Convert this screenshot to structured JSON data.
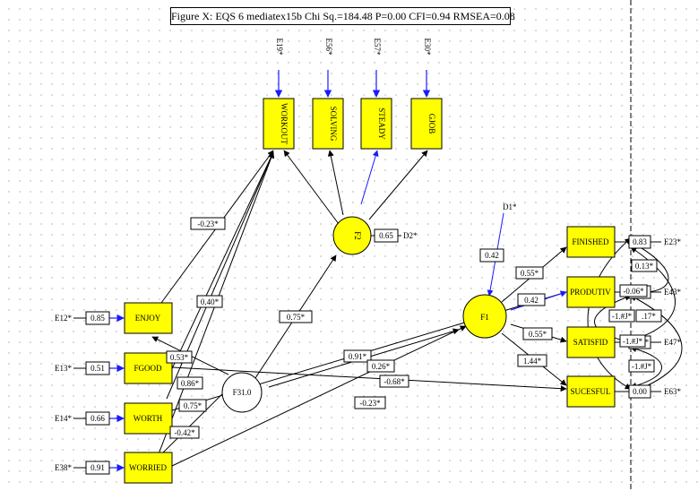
{
  "title": "Figure X: EQS 6 mediatex15b Chi Sq.=184.48 P=0.00 CFI=0.94 RMSEA=0.08",
  "colors": {
    "node_fill": "#ffff00",
    "line": "#000000",
    "error_arrow": "#1a1aff"
  },
  "indicators": [
    {
      "id": "workout",
      "label": "WORKOUT"
    },
    {
      "id": "solving",
      "label": "SOLVING"
    },
    {
      "id": "steady",
      "label": "STEADY"
    },
    {
      "id": "gjob",
      "label": "GJOB"
    }
  ],
  "indicator_errors": [
    "E19*",
    "E56*",
    "E57*",
    "E30*"
  ],
  "inputs": [
    {
      "id": "enjoy",
      "label": "ENJOY",
      "error": "E12*",
      "coef": "0.85"
    },
    {
      "id": "fgood",
      "label": "FGOOD",
      "error": "E13*",
      "coef": "0.51"
    },
    {
      "id": "worth",
      "label": "WORTH",
      "error": "E14*",
      "coef": "0.66"
    },
    {
      "id": "worried",
      "label": "WORRIED",
      "error": "E38*",
      "coef": "0.91"
    }
  ],
  "outputs": [
    {
      "id": "finished",
      "label": "FINISHED",
      "error": "E23*",
      "coef": "0.83"
    },
    {
      "id": "produtiv",
      "label": "PRODUTIV",
      "error": "E43*",
      "coef": "0.42"
    },
    {
      "id": "satisfid",
      "label": "SATISFID",
      "error": "E47*",
      "coef": "0.55*"
    },
    {
      "id": "sucesful",
      "label": "SUCESFUL",
      "error": "E63*",
      "coef": "0.00"
    }
  ],
  "factors": {
    "f2": {
      "label": "F2",
      "disturbance": "D2*",
      "coef": "0.65"
    },
    "f1": {
      "label": "F1",
      "disturbance": "D1*",
      "coef": "0.42"
    },
    "f31": {
      "label": "F31.0"
    }
  },
  "path_coefs": [
    {
      "id": "enjoy-workout",
      "value": "-0.23*"
    },
    {
      "id": "worth-workout",
      "value": "0.40*"
    },
    {
      "id": "fgood-workout",
      "value": "0.86*"
    },
    {
      "id": "worried-workout",
      "value": "0.75*"
    },
    {
      "id": "f31-workout",
      "value": "-0.42*"
    },
    {
      "id": "f31-f2",
      "value": "0.75*"
    },
    {
      "id": "f31-enjoy",
      "value": "0.53*"
    },
    {
      "id": "f31-f1",
      "value": "0.91*"
    },
    {
      "id": "worth-produtiv",
      "value": "0.26*"
    },
    {
      "id": "fgood-sucesful",
      "value": "-0.68*"
    },
    {
      "id": "worried-f1",
      "value": "-0.23*"
    },
    {
      "id": "f1-finished",
      "value": "0.55*"
    },
    {
      "id": "f1-sucesful",
      "value": "1.44*"
    }
  ],
  "covariances": [
    "0.13*",
    "-0.06*",
    "-1.#J*",
    ".17*",
    "-1.#J*",
    "-1.#J*"
  ]
}
